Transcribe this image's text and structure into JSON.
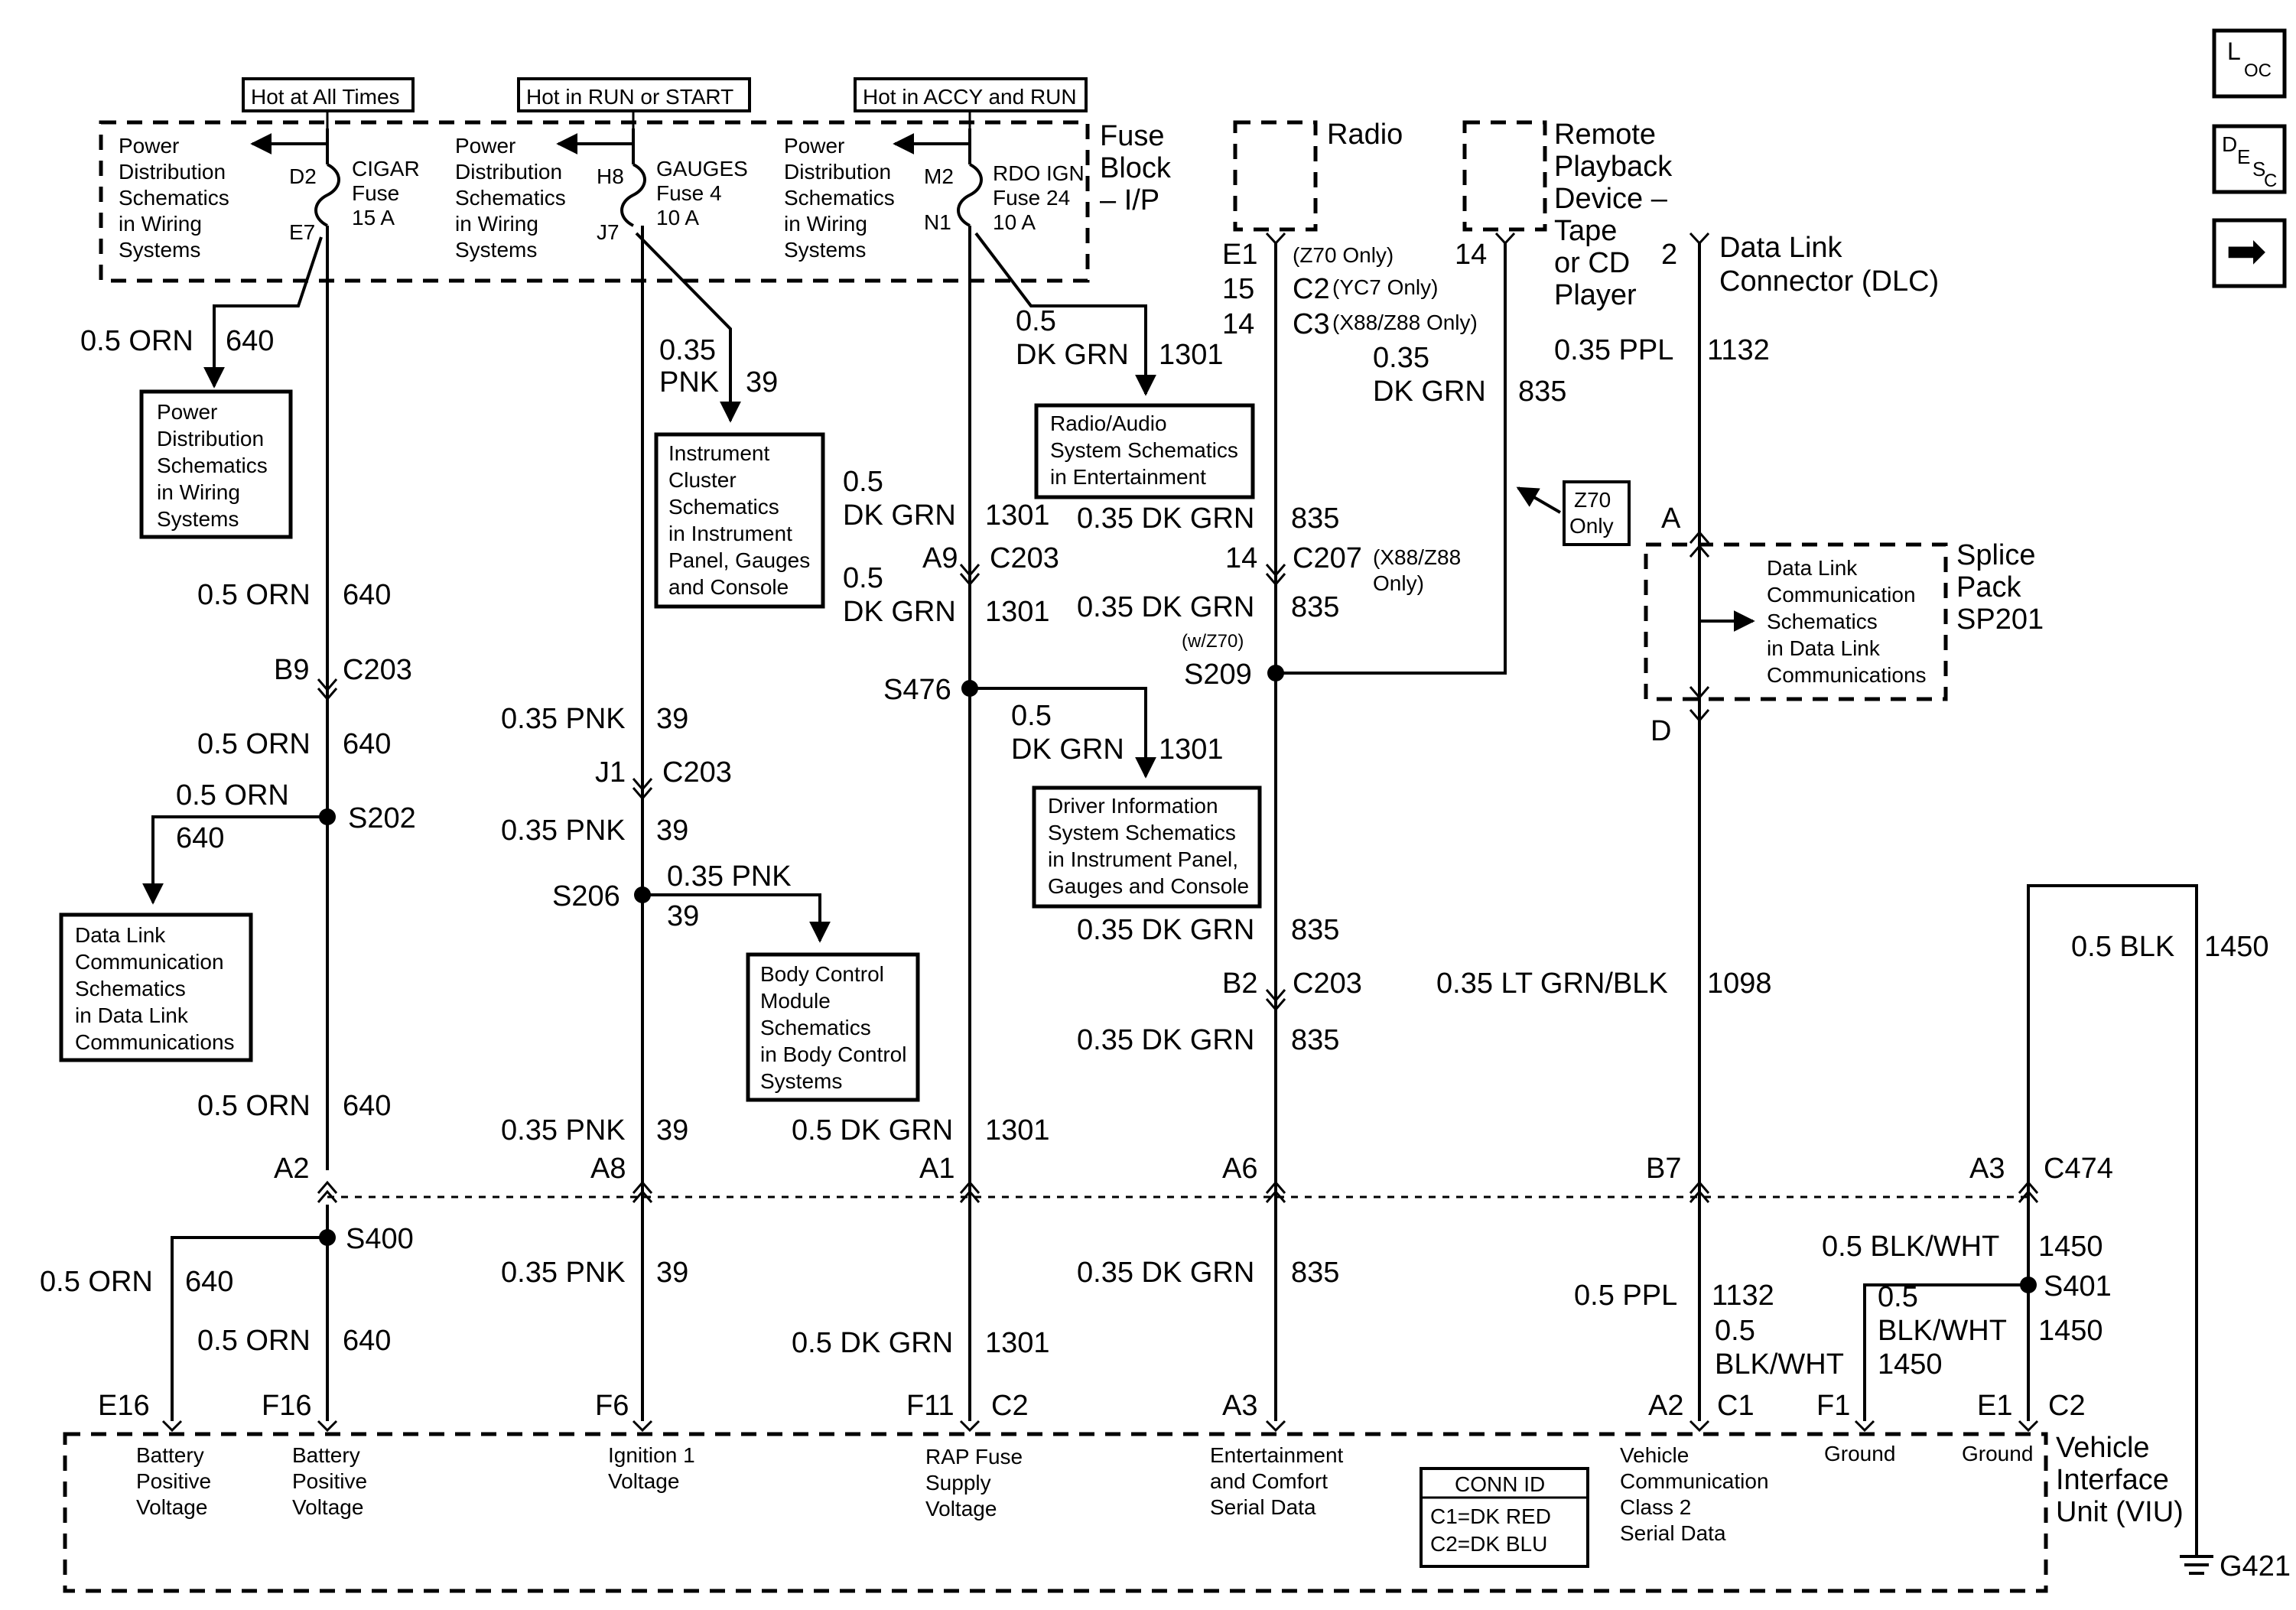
{
  "header_labels": {
    "hot_all_times": "Hot at All Times",
    "hot_run_start": "Hot in RUN or START",
    "hot_accy_run": "Hot in ACCY and RUN"
  },
  "fuse_block": {
    "title_lines": [
      "Fuse",
      "Block",
      "– I/P"
    ],
    "pd_lines": [
      "Power",
      "Distribution",
      "Schematics",
      "in Wiring",
      "Systems"
    ],
    "cigar": {
      "in_pin": "D2",
      "out_pin": "E7",
      "lines": [
        "CIGAR",
        "Fuse",
        "15 A"
      ]
    },
    "gauges": {
      "in_pin": "H8",
      "out_pin": "J7",
      "lines": [
        "GAUGES",
        "Fuse 4",
        "10 A"
      ]
    },
    "rdo": {
      "in_pin": "M2",
      "out_pin": "N1",
      "lines": [
        "RDO IGN",
        "Fuse 24",
        "10 A"
      ]
    }
  },
  "nav_icons": {
    "loc_big": "L",
    "loc_small": "OC",
    "desc_big": "D",
    "desc_mid": "E",
    "desc_s": "S",
    "desc_c": "C",
    "next": "➡"
  },
  "refs": {
    "pd_wiring": [
      "Power",
      "Distribution",
      "Schematics",
      "in Wiring",
      "Systems"
    ],
    "instrument_cluster": [
      "Instrument",
      "Cluster",
      "Schematics",
      "in Instrument",
      "Panel, Gauges",
      "and Console"
    ],
    "radio_audio": [
      "Radio/Audio",
      "System Schematics",
      "in Entertainment"
    ],
    "data_link_1": [
      "Data Link",
      "Communication",
      "Schematics",
      "in Data Link",
      "Communications"
    ],
    "driver_info": [
      "Driver Information",
      "System Schematics",
      "in Instrument Panel,",
      "Gauges and Console"
    ],
    "bcm": [
      "Body Control",
      "Module",
      "Schematics",
      "in Body Control",
      "Systems"
    ],
    "data_link_2": [
      "Data Link",
      "Communication",
      "Schematics",
      "in Data Link",
      "Communications"
    ]
  },
  "radio": {
    "label": "Radio"
  },
  "rpd": {
    "lines": [
      "Remote",
      "Playback",
      "Device –",
      "Tape",
      "or CD",
      "Player"
    ]
  },
  "dlc": {
    "lines": [
      "Data Link",
      "Connector (DLC)"
    ],
    "pin": "2"
  },
  "splice_pack": {
    "lines": [
      "Splice",
      "Pack",
      "SP201"
    ],
    "pin_a": "A",
    "pin_d": "D"
  },
  "z70_note": [
    "Z70",
    "Only"
  ],
  "radio_pins": {
    "e1": "E1",
    "e1_note": "(Z70 Only)",
    "c2_pin": "15",
    "c2": "C2",
    "c2_note": "(YC7 Only)",
    "c3_pin": "14",
    "c3": "C3",
    "c3_note": "(X88/Z88 Only)",
    "rpd_pin": "14"
  },
  "wires": {
    "w640_top_size": "0.5 ORN",
    "w640_top_circ": "640",
    "w640_a_size": "0.5 ORN",
    "w640_a_circ": "640",
    "c203_b9_pin": "B9",
    "c203_b9_conn": "C203",
    "w640_b_size": "0.5 ORN",
    "w640_b_circ": "640",
    "s202": "S202",
    "s202_br_size": "0.5 ORN",
    "s202_br_circ": "640",
    "w640_c_size": "0.5 ORN",
    "w640_c_circ": "640",
    "a2_pin": "A2",
    "s400": "S400",
    "e16_size": "0.5 ORN",
    "e16_circ": "640",
    "f16_size": "0.5 ORN",
    "f16_circ": "640",
    "e16_pin": "E16",
    "f16_pin": "F16",
    "w39_top_size_1": "0.35",
    "w39_top_size_2": "PNK",
    "w39_top_circ": "39",
    "w39_a_size": "0.35 PNK",
    "w39_a_circ": "39",
    "j1_pin": "J1",
    "j1_conn": "C203",
    "w39_b_size": "0.35 PNK",
    "w39_b_circ": "39",
    "s206": "S206",
    "s206_br_size": "0.35 PNK",
    "s206_br_circ": "39",
    "w39_c_size": "0.35 PNK",
    "w39_c_circ": "39",
    "a8_pin": "A8",
    "w39_d_size": "0.35 PNK",
    "w39_d_circ": "39",
    "f6_pin": "F6",
    "w1301_top_size_1": "0.5",
    "w1301_top_size_2": "DK GRN",
    "w1301_top_circ": "1301",
    "w1301_a_size_1": "0.5",
    "w1301_a_size_2": "DK GRN",
    "w1301_a_circ": "1301",
    "a9_pin": "A9",
    "a9_conn": "C203",
    "w1301_b_size_1": "0.5",
    "w1301_b_size_2": "DK GRN",
    "w1301_b_circ": "1301",
    "s476": "S476",
    "s476_br_size_1": "0.5",
    "s476_br_size_2": "DK GRN",
    "s476_br_circ": "1301",
    "w1301_c_size": "0.5 DK GRN",
    "w1301_c_circ": "1301",
    "a1_pin": "A1",
    "w1301_d_size": "0.5 DK GRN",
    "w1301_d_circ": "1301",
    "f11_pin": "F11",
    "f11_conn": "C2",
    "w835_rpd_size_1": "0.35",
    "w835_rpd_size_2": "DK GRN",
    "w835_rpd_circ": "835",
    "w835_a_size": "0.35 DK GRN",
    "w835_a_circ": "835",
    "c207_pin": "14",
    "c207_conn": "C207",
    "c207_note_1": "(X88/Z88",
    "c207_note_2": "Only)",
    "w835_b_size": "0.35 DK GRN",
    "w835_b_circ": "835",
    "w835_b_note": "(w/Z70)",
    "s209": "S209",
    "w835_c_size": "0.35 DK GRN",
    "w835_c_circ": "835",
    "b2_pin": "B2",
    "b2_conn": "C203",
    "w835_d_size": "0.35 DK GRN",
    "w835_d_circ": "835",
    "a6_pin": "A6",
    "w835_e_size": "0.35 DK GRN",
    "w835_e_circ": "835",
    "a3_pin": "A3",
    "w1132_top_size": "0.35 PPL",
    "w1132_top_circ": "1132",
    "dlc_a_pin": "A",
    "w1098_size": "0.35 LT GRN/BLK",
    "w1098_circ": "1098",
    "b7_pin": "B7",
    "w1132_b_size": "0.5 PPL",
    "w1132_b_circ": "1132",
    "a2c1_pin": "A2",
    "a2c1_conn": "C1",
    "w1450_top_size": "0.5 BLK",
    "w1450_top_circ": "1450",
    "a3c474_pin": "A3",
    "a3c474_conn": "C474",
    "w1450_a_size": "0.5 BLK/WHT",
    "w1450_a_circ": "1450",
    "s401": "S401",
    "w1450_b_size_1": "0.5",
    "w1450_b_size_2": "BLK/WHT",
    "w1450_b_circ": "1450",
    "w1450_c_size_1": "0.5",
    "w1450_c_size_2": "BLK/WHT",
    "w1450_c_circ": "1450",
    "f1_pin": "F1",
    "e1c2_pin": "E1",
    "e1c2_conn": "C2",
    "g421": "G421"
  },
  "viu": {
    "title_lines": [
      "Vehicle",
      "Interface",
      "Unit (VIU)"
    ],
    "e16_lines": [
      "Battery",
      "Positive",
      "Voltage"
    ],
    "f16_lines": [
      "Battery",
      "Positive",
      "Voltage"
    ],
    "f6_lines": [
      "Ignition 1",
      "Voltage"
    ],
    "f11_lines": [
      "RAP Fuse",
      "Supply",
      "Voltage"
    ],
    "a3_lines": [
      "Entertainment",
      "and Comfort",
      "Serial Data"
    ],
    "a2_lines": [
      "Vehicle",
      "Communication",
      "Class 2",
      "Serial Data"
    ],
    "f1_lines": [
      "Ground"
    ],
    "e1_lines": [
      "Ground"
    ],
    "conn_id": {
      "title": "CONN ID",
      "c1": "C1=DK RED",
      "c2": "C2=DK BLU"
    }
  }
}
